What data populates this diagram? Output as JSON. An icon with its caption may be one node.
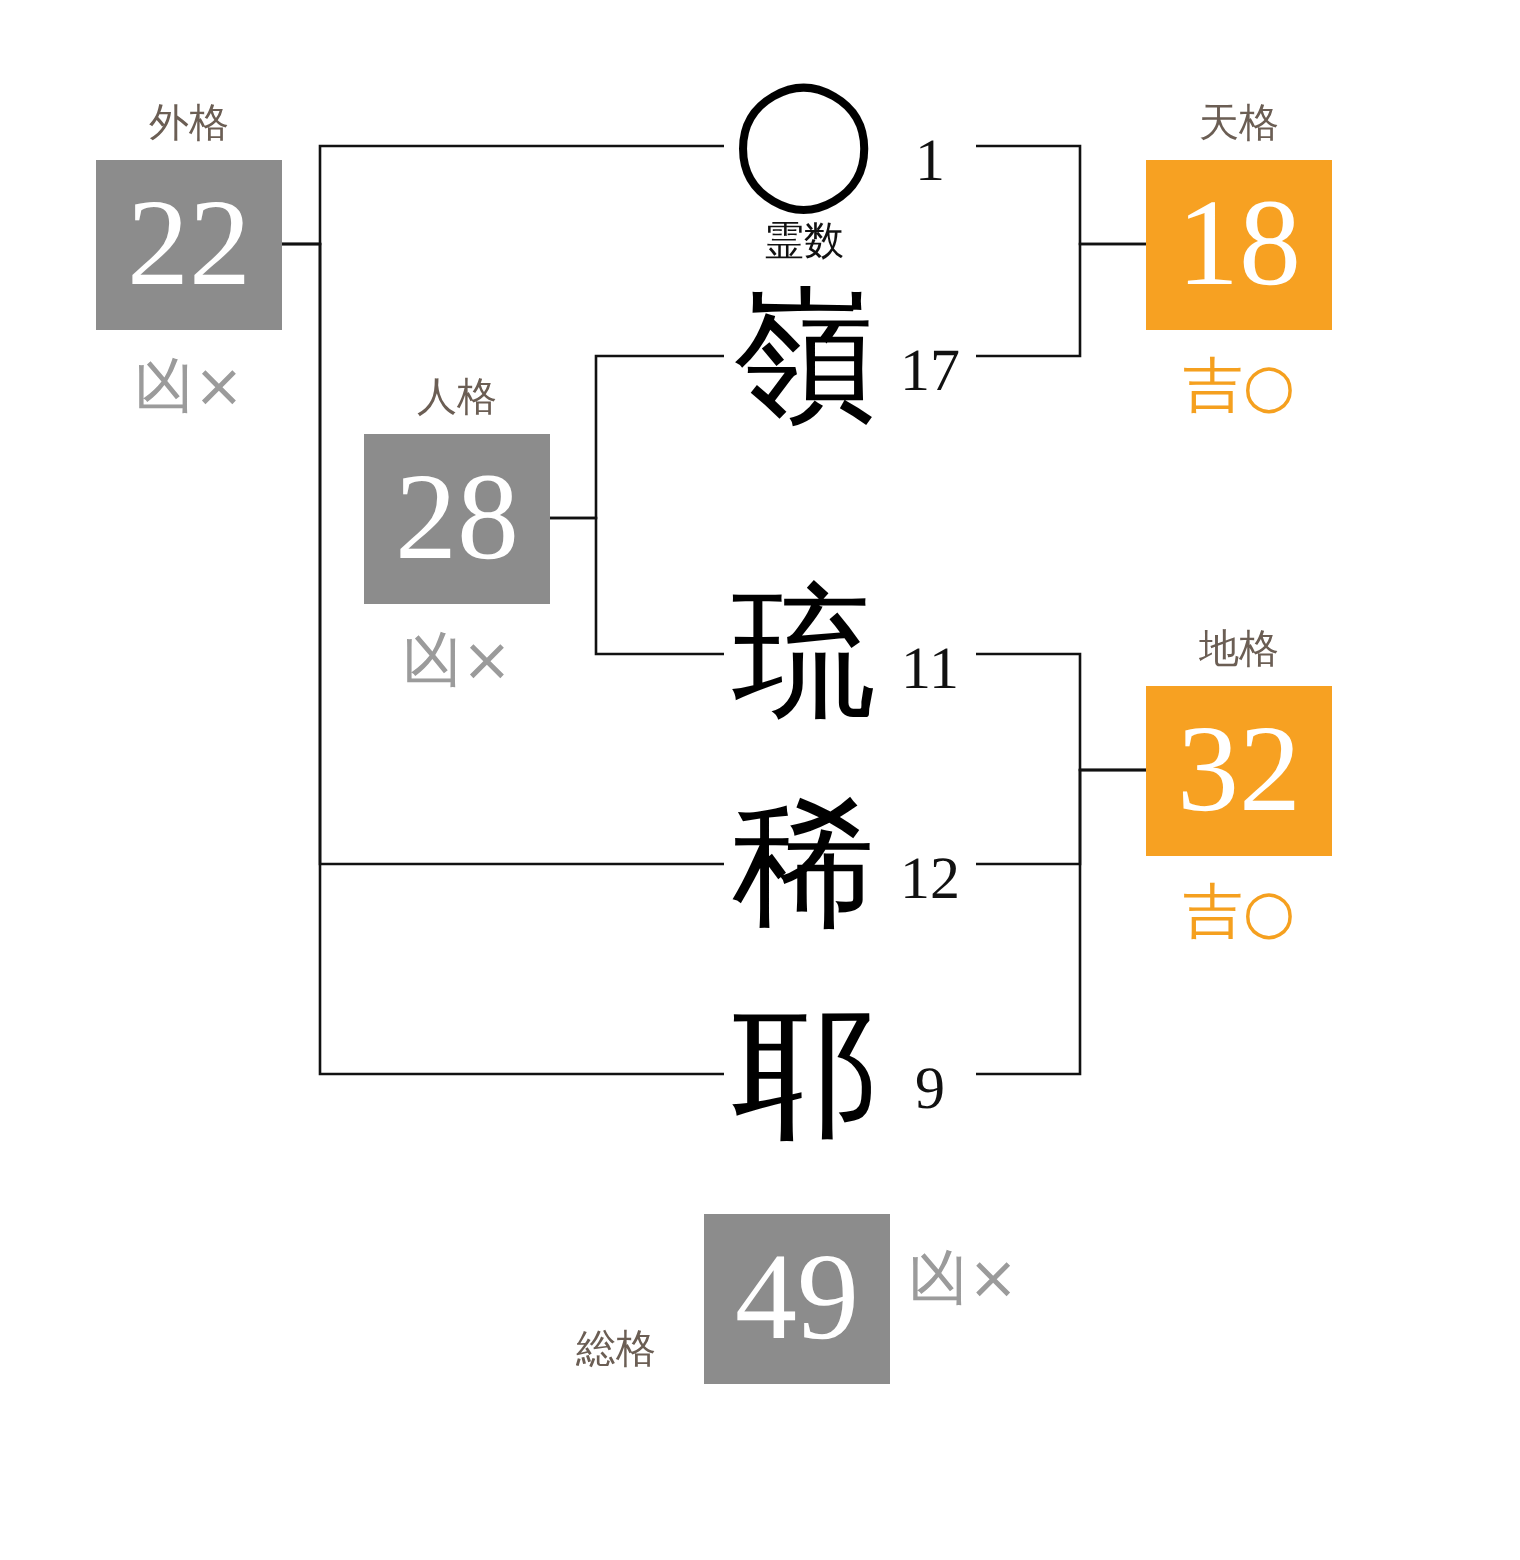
{
  "diagram": {
    "nodes": [
      {
        "text": [
          "外格",
          "22"
        ],
        "beside": [
          "凶×"
        ]
      },
      {
        "text": [
          "◯"
        ],
        "beside": [
          "1",
          "霊数"
        ]
      },
      {
        "text": [
          "天格",
          "18"
        ],
        "beside": [
          "吉○"
        ]
      },
      {
        "text": [
          "嶺"
        ],
        "beside": [
          "17"
        ]
      },
      {
        "text": [
          "人格",
          "28"
        ],
        "beside": [
          "凶×"
        ]
      },
      {
        "text": [
          "琉"
        ],
        "beside": [
          "11"
        ]
      },
      {
        "text": [
          "地格",
          "32"
        ],
        "beside": [
          "吉○"
        ]
      },
      {
        "text": [
          "稀"
        ],
        "beside": [
          "12"
        ]
      },
      {
        "text": [
          "耶"
        ],
        "beside": [
          "9"
        ]
      },
      {
        "text": [
          "総格",
          "49"
        ],
        "beside": [
          "凶×"
        ]
      }
    ],
    "edges": [
      {
        "from": 1,
        "to": 2,
        "arrow": "none"
      },
      {
        "from": 3,
        "to": 2,
        "arrow": "none"
      },
      {
        "from": 3,
        "to": 4,
        "arrow": "none"
      },
      {
        "from": 5,
        "to": 4,
        "arrow": "none"
      },
      {
        "from": 5,
        "to": 6,
        "arrow": "none"
      },
      {
        "from": 7,
        "to": 6,
        "arrow": "none"
      },
      {
        "from": 8,
        "to": 6,
        "arrow": "none"
      },
      {
        "from": 1,
        "to": 0,
        "arrow": "none"
      },
      {
        "from": 7,
        "to": 0,
        "arrow": "none"
      },
      {
        "from": 8,
        "to": 0,
        "arrow": "none"
      }
    ]
  }
}
